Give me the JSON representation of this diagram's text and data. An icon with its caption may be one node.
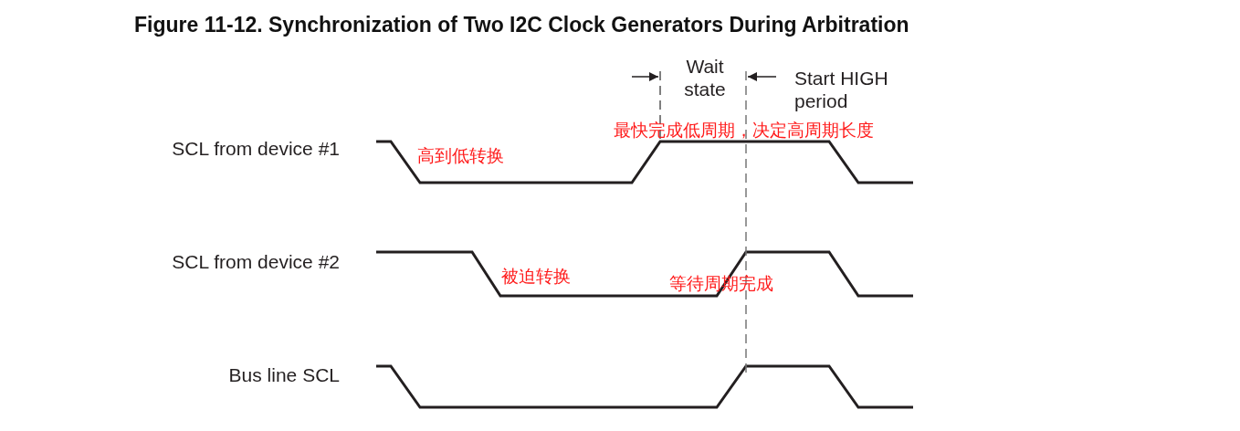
{
  "diagram": {
    "title": "Figure 11-12. Synchronization of Two I2C Clock Generators During Arbitration",
    "labels": [
      "Wait state",
      "Start HIGH period",
      "最快完成低周期，决定高周期长度",
      "SCL from device #1",
      "高到低转换",
      "SCL from device #2",
      "被迫转换",
      "等待周期完成",
      "Bus line SCL"
    ]
  }
}
